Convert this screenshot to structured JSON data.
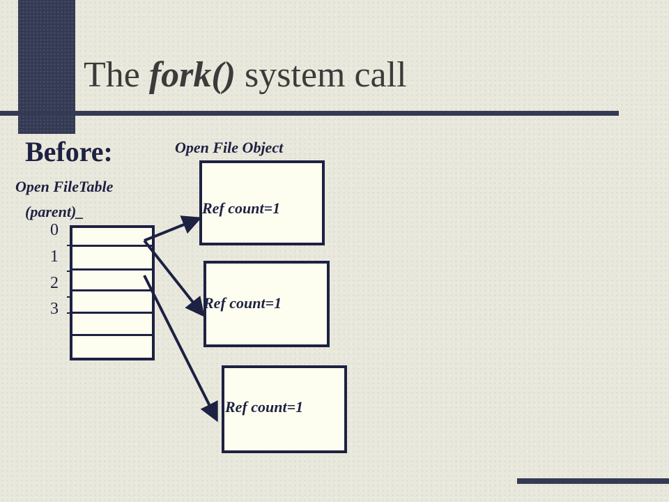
{
  "title": {
    "prefix": "The ",
    "emphasis": "fork()",
    "suffix": " system call"
  },
  "before_label": "Before:",
  "open_file_table": {
    "line1": "Open FileTable",
    "line2": "(parent)_"
  },
  "open_file_object_heading": "Open File Object",
  "fd_indices": [
    "0",
    "1",
    "2",
    "3"
  ],
  "file_objects": [
    {
      "ref_label": "Ref count=1"
    },
    {
      "ref_label": "Ref count=1"
    },
    {
      "ref_label": "Ref count=1"
    }
  ],
  "colors": {
    "background": "#e9e8dc",
    "accent_dark": "#343a53",
    "ink": "#1d2142",
    "box_fill": "#fefef0"
  }
}
